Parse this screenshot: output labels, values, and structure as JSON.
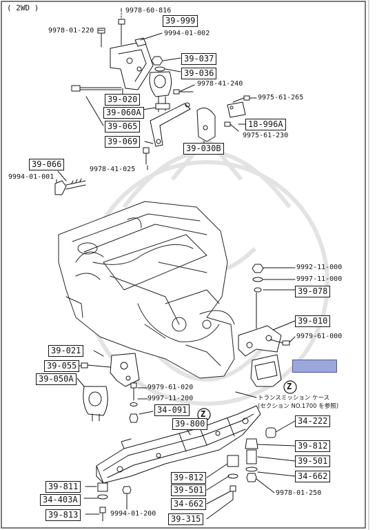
{
  "header": {
    "variant": "( 2WD )"
  },
  "colors": {
    "ink": "#111111",
    "highlight": "#9aa6dc",
    "watermark": "#e3e3e3"
  },
  "part_codes": [
    {
      "code": "9978-60-816",
      "boxed": false
    },
    {
      "code": "9978-01-220",
      "boxed": false
    },
    {
      "code": "39-999",
      "boxed": true
    },
    {
      "code": "9994-01-002",
      "boxed": false
    },
    {
      "code": "39-037",
      "boxed": true
    },
    {
      "code": "39-036",
      "boxed": true
    },
    {
      "code": "9978-41-240",
      "boxed": false
    },
    {
      "code": "39-020",
      "boxed": true
    },
    {
      "code": "9975-61-265",
      "boxed": false
    },
    {
      "code": "39-060A",
      "boxed": true
    },
    {
      "code": "18-996A",
      "boxed": true
    },
    {
      "code": "39-065",
      "boxed": true
    },
    {
      "code": "9975-61-230",
      "boxed": false
    },
    {
      "code": "39-069",
      "boxed": true
    },
    {
      "code": "39-030B",
      "boxed": true
    },
    {
      "code": "39-066",
      "boxed": true
    },
    {
      "code": "9978-41-025",
      "boxed": false
    },
    {
      "code": "9994-01-001",
      "boxed": false
    },
    {
      "code": "9992-11-000",
      "boxed": false
    },
    {
      "code": "9997-11-000",
      "boxed": false
    },
    {
      "code": "39-078",
      "boxed": true
    },
    {
      "code": "39-010",
      "boxed": true
    },
    {
      "code": "9979-61-000",
      "boxed": false
    },
    {
      "code": "39-021",
      "boxed": true
    },
    {
      "code": "39-055",
      "boxed": true
    },
    {
      "code": "39-050A",
      "boxed": true
    },
    {
      "code": "9979-61-020",
      "boxed": false
    },
    {
      "code": "9997-11-200",
      "boxed": false
    },
    {
      "code": "34-091",
      "boxed": true
    },
    {
      "code": "39-800",
      "boxed": true
    },
    {
      "code": "34-222",
      "boxed": true
    },
    {
      "code": "39-812",
      "boxed": true
    },
    {
      "code": "39-501",
      "boxed": true
    },
    {
      "code": "34-662",
      "boxed": true
    },
    {
      "code": "39-811",
      "boxed": true
    },
    {
      "code": "39-812",
      "boxed": true
    },
    {
      "code": "39-501",
      "boxed": true
    },
    {
      "code": "34-403A",
      "boxed": true
    },
    {
      "code": "34-662",
      "boxed": true
    },
    {
      "code": "9978-01-250",
      "boxed": false
    },
    {
      "code": "39-813",
      "boxed": true
    },
    {
      "code": "9994-01-200",
      "boxed": false
    },
    {
      "code": "39-315",
      "boxed": true
    }
  ],
  "reference_marks": [
    "Z",
    "Z"
  ],
  "notes": {
    "transmission_line1": "トランスミッション ケース",
    "transmission_line2": "(セクション NO.1700 を参照)"
  }
}
